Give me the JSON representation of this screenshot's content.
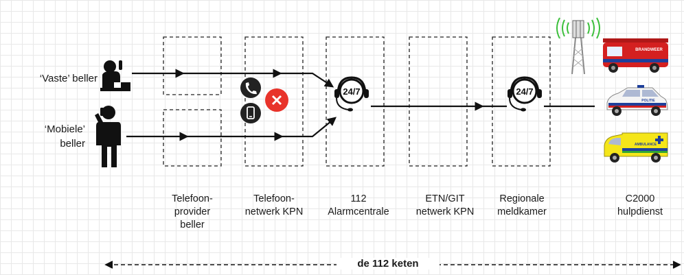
{
  "callers": {
    "fixed": "‘Vaste’ beller",
    "mobile": "‘Mobiele’\nbeller"
  },
  "stages": [
    {
      "id": "provider",
      "label": "Telefoon-\nprovider\nbeller"
    },
    {
      "id": "kpn",
      "label": "Telefoon-\nnetwerk KPN"
    },
    {
      "id": "alarm",
      "label": "112\nAlarmcentrale"
    },
    {
      "id": "etn",
      "label": "ETN/GIT\nnetwerk KPN"
    },
    {
      "id": "regional",
      "label": "Regionale\nmeldkamer"
    },
    {
      "id": "c2000",
      "label": "C2000\nhulpdienst"
    }
  ],
  "chain_label": "de 112 keten",
  "operator_icon_text": "24/7",
  "vehicles": {
    "fire": "BRANDWEER",
    "police": "POLITIE",
    "ambulance": "AMBULANCE"
  },
  "icons": [
    "person-phone-desk-icon",
    "person-mobile-icon",
    "phone-handset-icon",
    "mobile-phone-icon",
    "error-x-icon",
    "headset-operator-icon",
    "radio-tower-icon",
    "fire-truck-icon",
    "police-car-icon",
    "ambulance-icon"
  ],
  "colors": {
    "error_red": "#e8332a",
    "fire_red": "#d42020",
    "ambulance_yellow": "#f5e61a",
    "police_blue": "#1e3f9a",
    "tower_green": "#3bbf3b"
  }
}
